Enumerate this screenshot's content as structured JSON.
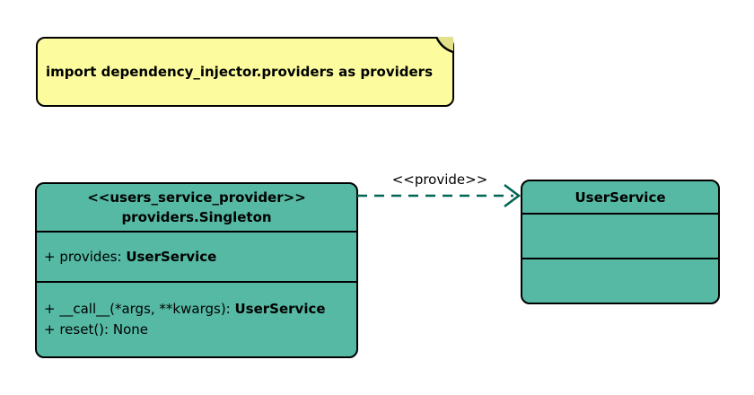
{
  "note": {
    "text": "import dependency_injector.providers as providers"
  },
  "provider_class": {
    "stereotype": "<<users_service_provider>>",
    "name": "providers.Singleton",
    "attributes": [
      {
        "text": "+ provides: ",
        "type": "UserService"
      }
    ],
    "methods": [
      {
        "text": "+ __call__(*args, **kwargs): ",
        "type": "UserService"
      },
      {
        "text": "+ reset(): None",
        "type": ""
      }
    ]
  },
  "relation": {
    "label": "<<provide>>"
  },
  "service_class": {
    "name": "UserService"
  },
  "colors": {
    "class_fill": "#55b9a4",
    "class_border": "#000000",
    "note_fill": "#fcfc9e",
    "note_fold": "#e2e28b",
    "arrow_color": "#006655",
    "text_color": "#000000",
    "background": "#ffffff"
  }
}
